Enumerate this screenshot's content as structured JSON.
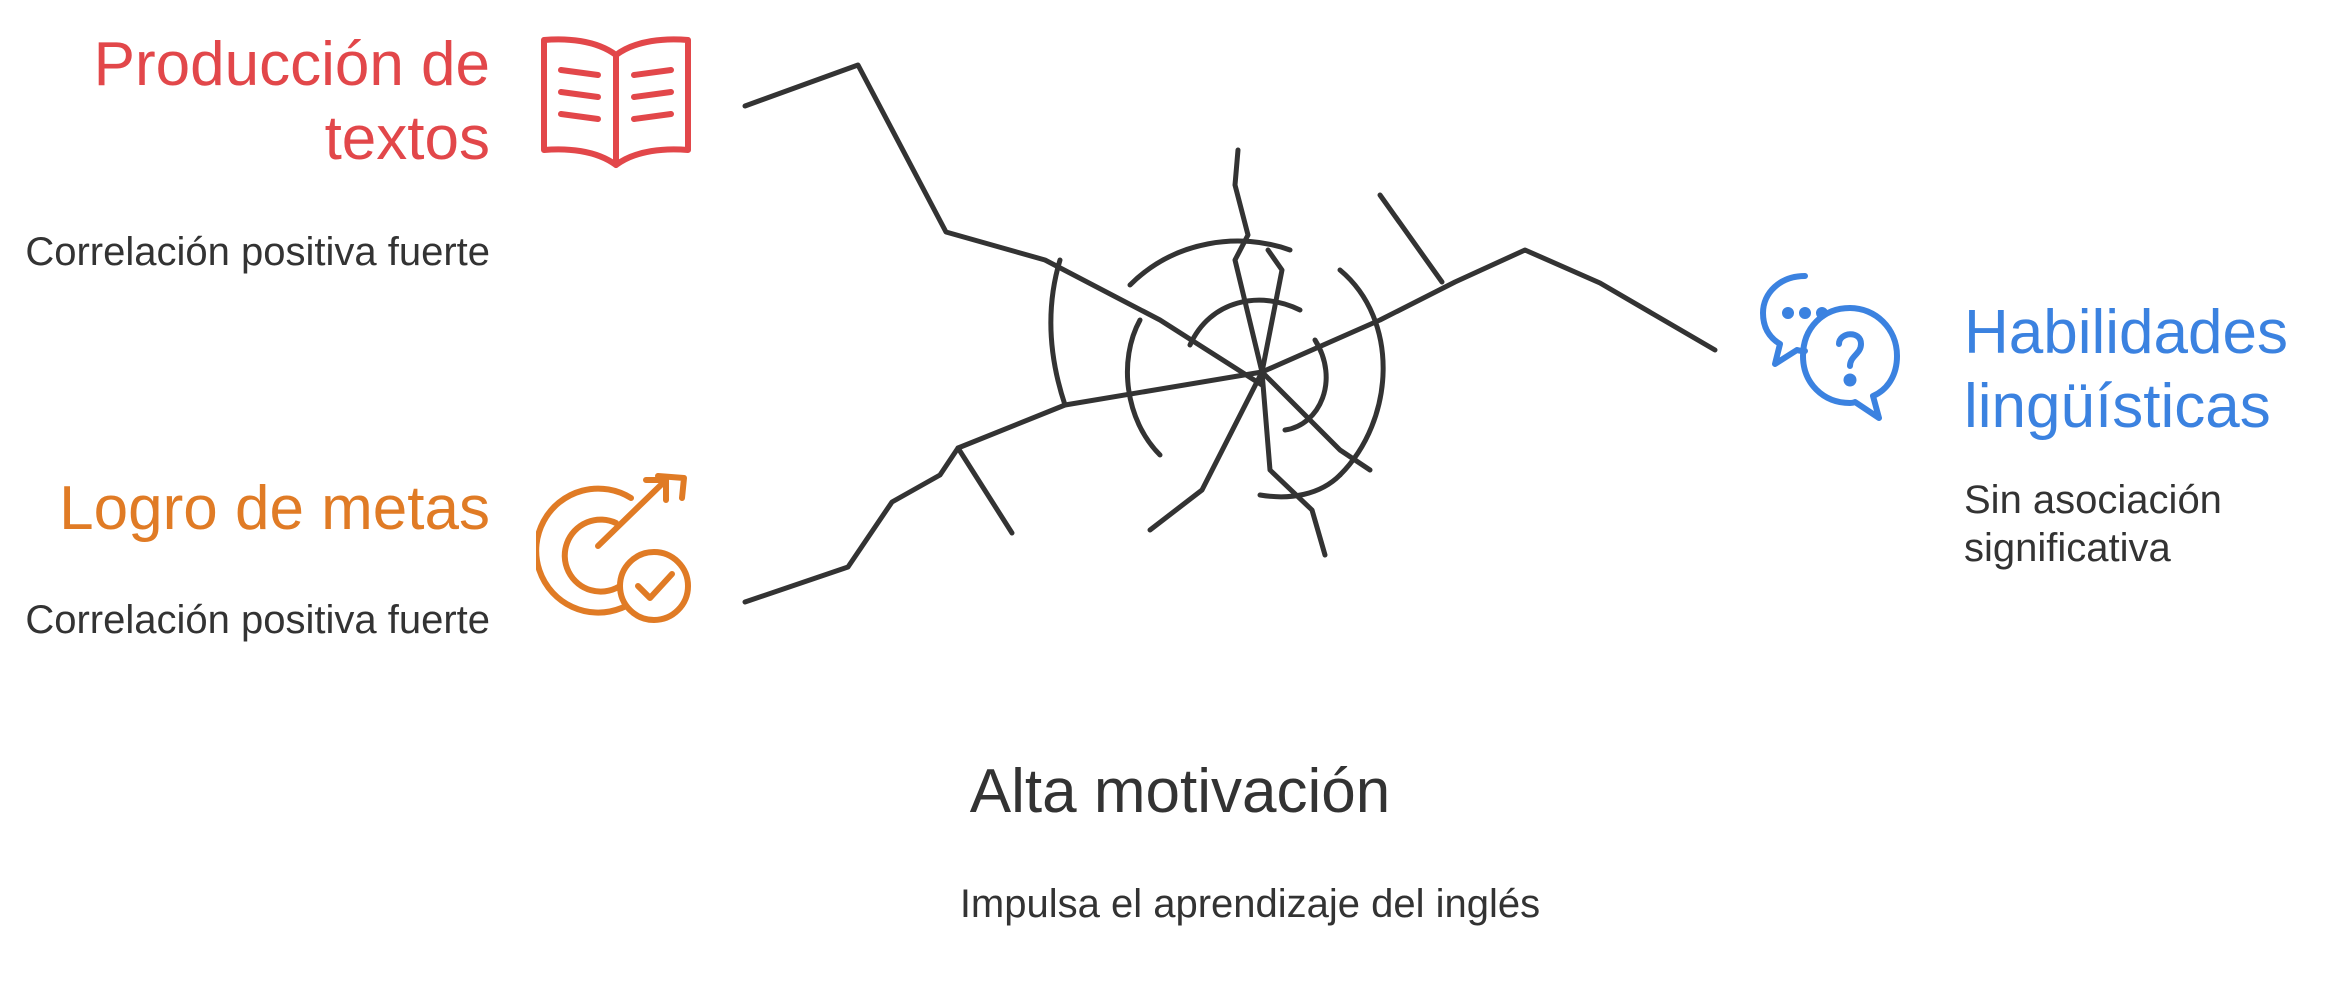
{
  "colors": {
    "produccion": "#e2474a",
    "logro": "#e07b25",
    "habilidades": "#3b82e0",
    "text": "#333333",
    "lines": "#333333"
  },
  "nodes": {
    "produccion": {
      "title": "Producción de textos",
      "description": "Correlación positiva fuerte",
      "icon": "open-book-icon"
    },
    "logro": {
      "title": "Logro de metas",
      "description": "Correlación positiva fuerte",
      "icon": "target-check-icon"
    },
    "habilidades": {
      "title": "Habilidades lingüísticas",
      "description": "Sin asociación significativa",
      "icon": "chat-question-icon"
    }
  },
  "center": {
    "title": "Alta motivación",
    "description": "Impulsa el aprendizaje del inglés"
  }
}
